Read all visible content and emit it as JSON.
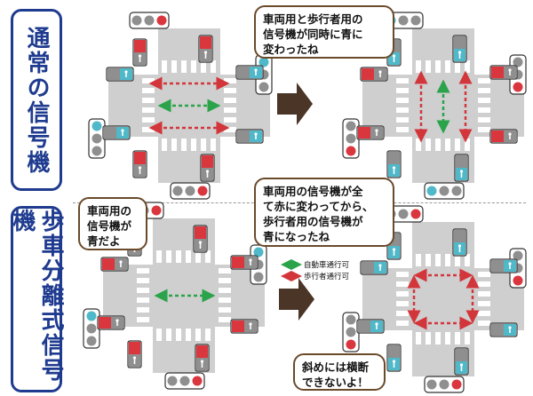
{
  "labels": {
    "normal": "通常の信号機",
    "scramble": "歩車分離式信号機"
  },
  "bubbles": {
    "normal_after": [
      "車両用と歩行者用の",
      "信号機が同時に青に",
      "変わったね"
    ],
    "scramble_before": [
      "車両用の",
      "信号機が",
      "青だよ"
    ],
    "scramble_after": [
      "車両用の信号機が全",
      "て赤に変わってから、",
      "歩行者用の信号機が",
      "青になったね"
    ],
    "diagonal": [
      "斜めには横断",
      "できないよ！"
    ]
  },
  "legend": {
    "vehicle": "自動車通行可",
    "pedestrian": "歩行者通行可"
  },
  "colors": {
    "frame_blue": "#1f3b8f",
    "road": "#cfcfcf",
    "vehicle_arrow": "#2aa34a",
    "pedestrian_arrow": "#d2363b",
    "transition_arrow": "#4a3527",
    "light_red": "#d9363e",
    "light_blue": "#4fb8c9",
    "light_off": "#8f8f8f"
  }
}
